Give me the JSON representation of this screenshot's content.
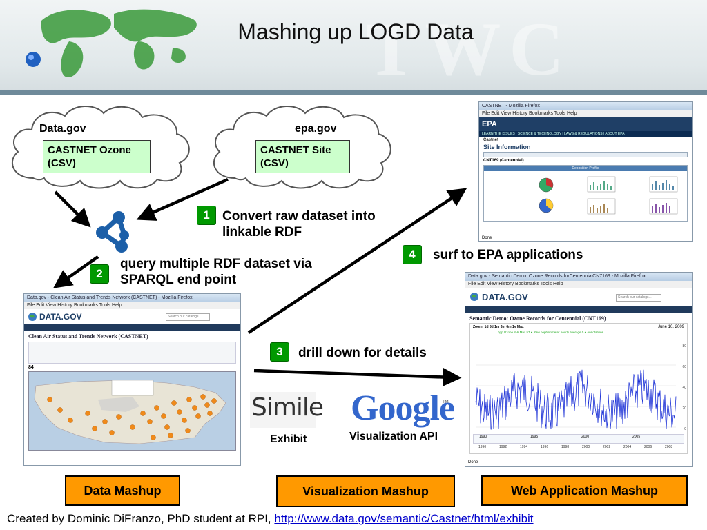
{
  "slide": {
    "title": "Mashing up LOGD Data",
    "header_watermark": "TWC"
  },
  "sources": {
    "datagov": {
      "label": "Data.gov",
      "box": "CASTNET Ozone (CSV)"
    },
    "epagov": {
      "label": "epa.gov",
      "box": "CASTNET Site (CSV)"
    }
  },
  "steps": {
    "s1": {
      "num": "1",
      "text": "Convert raw dataset into linkable RDF"
    },
    "s2": {
      "num": "2",
      "text": "query multiple RDF dataset via SPARQL end point"
    },
    "s3": {
      "num": "3",
      "text": "drill down for details"
    },
    "s4": {
      "num": "4",
      "text": "surf to EPA applications"
    }
  },
  "logos": {
    "simile": "Simile",
    "simile_caption": "Exhibit",
    "google": "Google",
    "google_tm": "TM",
    "google_caption": "Visualization API"
  },
  "mashups": {
    "data": "Data Mashup",
    "visualization": "Visualization Mashup",
    "webapp": "Web Application Mashup"
  },
  "footer": {
    "prefix": "Created by Dominic DiFranzo, PhD student at RPI,",
    "link": "http://www.data.gov/semantic/Castnet/html/exhibit"
  },
  "screens": {
    "epa": {
      "window_title": "CASTNET - Mozilla Firefox",
      "menu": "File  Edit  View  History  Bookmarks  Tools  Help",
      "brand": "EPA",
      "nav": "LEARN THE ISSUES | SCIENCE & TECHNOLOGY | LAWS & REGULATIONS | ABOUT EPA",
      "section": "Castnet",
      "heading": "Site Information",
      "site": "CNT169 (Centennial)",
      "panel": "Deposition Profile",
      "status": "Done"
    },
    "datagov": {
      "window_title": "Data.gov - Clean Air Status and Trends Network (CASTNET) - Mozilla Firefox",
      "menu": "File  Edit  View  History  Bookmarks  Tools  Help",
      "brand": "DATA.GOV",
      "search": "Search our catalogs...",
      "heading": "Clean Air Status and Trends Network (CASTNET)",
      "count": "84"
    },
    "semantic": {
      "window_title": "Data.gov - Semantic Demo: Ozone Records forCentennialCN7169 - Mozilla Firefox",
      "menu": "File  Edit  View  History  Bookmarks  Tools  Help",
      "brand": "DATA.GOV",
      "search": "Search our catalogs...",
      "heading": "Semantic Demo: Ozone Records for Centennial (CNT169)",
      "date": "June 10, 2009",
      "zoom": "Zoom: 1d 5d 1m 3m 6m 1y Max",
      "legend": "bpp Ozone 8Hr Max 57  ● Raw nephelometer hourly average 0  ● Annotations",
      "yticks": [
        "80",
        "60",
        "40",
        "20",
        "0"
      ],
      "xticks": [
        "1990",
        "1992",
        "1994",
        "1996",
        "1998",
        "2000",
        "2002",
        "2004",
        "2006",
        "2008"
      ],
      "overview_ticks": [
        "1990",
        "1995",
        "2000",
        "2005"
      ],
      "status": "Done"
    }
  }
}
